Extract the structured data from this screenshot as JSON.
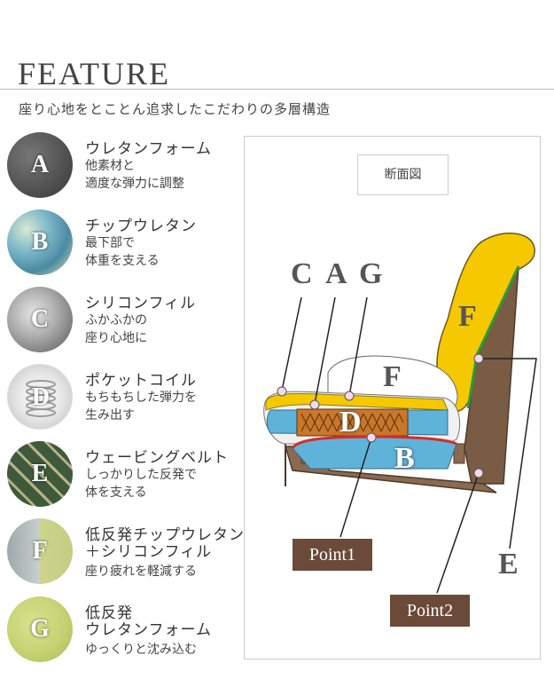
{
  "header": {
    "title": "FEATURE",
    "subtitle": "座り心地をとことん追求したこだわりの多層構造"
  },
  "features": [
    {
      "letter": "A",
      "name": "ウレタンフォーム",
      "desc": [
        "他素材と",
        "適度な弾力に調整"
      ],
      "color": "#5b5b5b"
    },
    {
      "letter": "B",
      "name": "チップウレタン",
      "desc": [
        "最下部で",
        "体重を支える"
      ],
      "color": "#6aa7b8"
    },
    {
      "letter": "C",
      "name": "シリコンフィル",
      "desc": [
        "ふかふかの",
        "座り心地に"
      ],
      "color": "#8e8e8e"
    },
    {
      "letter": "D",
      "name": "ポケットコイル",
      "desc": [
        "もちもちした弾力を",
        "生み出す"
      ],
      "color": "#d8d8d8"
    },
    {
      "letter": "E",
      "name": "ウェービングベルト",
      "desc": [
        "しっかりした反発で",
        "体を支える"
      ],
      "color": "#4f6a4a"
    },
    {
      "letter": "F",
      "name": "低反発チップウレタン",
      "name2": "＋シリコンフィル",
      "desc": [
        "座り疲れを軽減する"
      ],
      "color": "#c9d38a"
    },
    {
      "letter": "G",
      "name": "低反発",
      "name2": "ウレタンフォーム",
      "desc": [
        "ゆっくりと沈み込む"
      ],
      "color": "#c8d67a"
    }
  ],
  "diagram": {
    "section_label": "断面図",
    "labels": {
      "c": "C",
      "a": "A",
      "g": "G",
      "f_back": "F",
      "f_seat": "F",
      "d": "D",
      "b": "B",
      "e": "E"
    },
    "point1": "Point1",
    "point2": "Point2"
  },
  "colors": {
    "accent": "#6b4a3a",
    "frame": "#9b7b5e",
    "yellow": "#f5c800",
    "blue": "#5fb3d9",
    "green": "#2e9b3b",
    "red": "#d62b2b"
  }
}
